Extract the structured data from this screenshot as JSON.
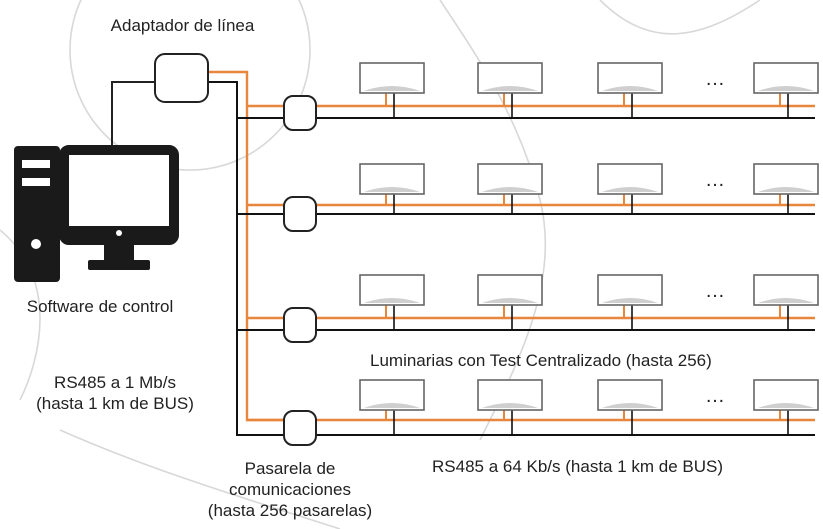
{
  "colors": {
    "bus_fast": "#E8863C",
    "bus_slow": "#111111",
    "device_stroke": "#222222",
    "luminaire_fill": "#ffffff",
    "luminaire_lens": "#cfcfcf",
    "watermark": "#d8d8d8"
  },
  "labels": {
    "line_adapter": "Adaptador de línea",
    "control_software": "Software de control",
    "bus_fast_line1": "RS485 a 1 Mb/s",
    "bus_fast_line2": "(hasta 1 km de BUS)",
    "luminaires": "Luminarias con Test Centralizado (hasta 256)",
    "bus_slow": "RS485 a 64 Kb/s (hasta 1 km de BUS)",
    "gateway_line1": "Pasarela de",
    "gateway_line2": "comunicaciones",
    "gateway_line3": "(hasta 256 pasarelas)",
    "ellipsis": "…"
  },
  "icons": {
    "computer": "desktop-computer-icon",
    "adapter": "line-adapter-box-icon",
    "gateway": "gateway-box-icon",
    "luminaire": "emergency-luminaire-icon"
  },
  "diagram": {
    "rows": 4,
    "luminaires_per_row": 4,
    "ellipsis_before_last": true
  }
}
